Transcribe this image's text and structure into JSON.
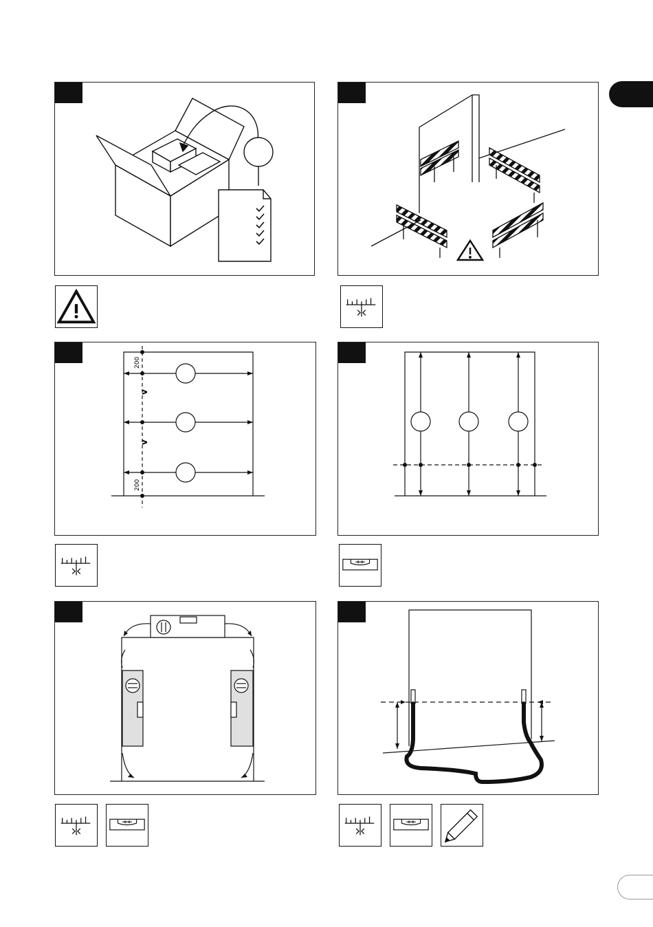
{
  "panels": [
    {
      "id": "panel-1",
      "subject": "unpacking-checklist"
    },
    {
      "id": "panel-2",
      "subject": "barrier-area"
    },
    {
      "id": "panel-3",
      "subject": "horizontal-measurement",
      "dim_top": "200",
      "dim_bottom": "200",
      "mark1": "v",
      "mark2": "v"
    },
    {
      "id": "panel-4",
      "subject": "vertical-measurement"
    },
    {
      "id": "panel-5",
      "subject": "level-frame"
    },
    {
      "id": "panel-6",
      "subject": "floor-level-hose"
    }
  ],
  "icons": {
    "warning": "warning-triangle-icon",
    "measure": "tape-measure-icon",
    "level": "spirit-level-icon",
    "pencil": "pencil-icon"
  },
  "colors": {
    "ink": "#111111",
    "paper": "#ffffff"
  }
}
